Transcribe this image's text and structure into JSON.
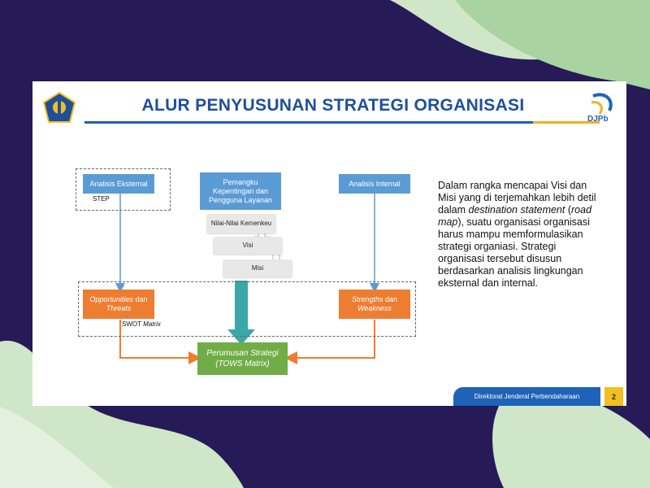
{
  "slide": {
    "title": "ALUR PENYUSUNAN STRATEGI ORGANISASI",
    "brand": "DJPb",
    "footer": "Direktorat Jenderal Perbendaharaan",
    "page_number": "2"
  },
  "diagram": {
    "analisis_eksternal": "Analisis Eksternal",
    "step": "STEP",
    "pemangku": "Pemangku Kepentingan dan Pengguna Layanan",
    "analisis_internal": "Analisis Internal",
    "nilai": "Nilai-Nilai Kemenkeu",
    "visi": "Visi",
    "misi": "Misi",
    "opportunities_italic": "Opportunities",
    "opportunities_dan": " dan",
    "threats": "Threats",
    "strengths_italic": "Strengths",
    "strengths_dan": " dan",
    "weakness": "Weakness",
    "swot": "SWOT ",
    "swot_matrix": "Matrix",
    "perumusan_line1": "Perumusan Strategi",
    "perumusan_line2": "(TOWS Matrix)"
  },
  "description": {
    "part1": "Dalam rangka mencapai Visi dan Misi yang di terjemahkan lebih detil dalam ",
    "italic1": "destination statement",
    "part2": " (",
    "italic2": "road map",
    "part3": "), suatu organisasi organisasi harus mampu memformulasikan strategi organiasi. Strategi organisasi tersebut disusun berdasarkan analisis lingkungan eksternal dan internal."
  },
  "colors": {
    "background": "#261a57",
    "accent_blue": "#1e63b8",
    "box_blue": "#5b9bd5",
    "box_orange": "#ed7d31",
    "box_green": "#70ad47",
    "arrow_teal": "#3aa8a8",
    "accent_yellow": "#f2b01e"
  }
}
